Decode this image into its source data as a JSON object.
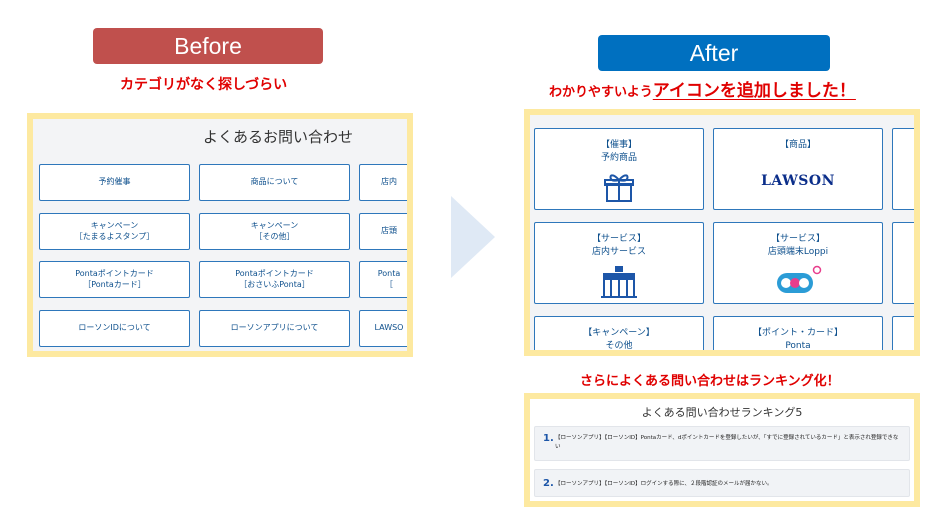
{
  "labels": {
    "before": "Before",
    "after": "After"
  },
  "colors": {
    "before_pill": "#c0504d",
    "after_pill": "#0070c0",
    "caption_red": "#e00000",
    "frame_yellow": "#fde9a0",
    "tile_border": "#2e77bb"
  },
  "before": {
    "caption": "カテゴリがなく探しづらい",
    "title": "よくあるお問い合わせ",
    "buttons": [
      [
        "予約催事"
      ],
      [
        "商品について"
      ],
      [
        "店内"
      ],
      [
        "キャンペーン",
        "［たまるよスタンプ］"
      ],
      [
        "キャンペーン",
        "［その他］"
      ],
      [
        "店頭"
      ],
      [
        "Pontaポイントカード",
        "［Pontaカード］"
      ],
      [
        "Pontaポイントカード",
        "［おさいふPonta］"
      ],
      [
        "Ponta",
        "［"
      ],
      [
        "ローソンIDについて"
      ],
      [
        "ローソンアプリについて"
      ],
      [
        "LAWSO"
      ]
    ]
  },
  "after": {
    "caption_prefix": "わかりやすいよう",
    "caption_highlight": "アイコンを追加しました！",
    "tiles": [
      {
        "category": "【催事】",
        "name": "予約商品",
        "icon": "gift-icon"
      },
      {
        "category": "【商品】",
        "name": "",
        "icon": "lawson-logo",
        "logo_text": "LAWSON"
      },
      {
        "category": "",
        "name": "",
        "icon": ""
      },
      {
        "category": "【サービス】",
        "name": "店内サービス",
        "icon": "store-icon"
      },
      {
        "category": "【サービス】",
        "name": "店頭端末Loppi",
        "icon": "loppi-logo"
      },
      {
        "category": "",
        "name": "",
        "icon": ""
      },
      {
        "category": "【キャンペーン】",
        "name": "その他",
        "icon": ""
      },
      {
        "category": "【ポイント・カード】",
        "name": "Ponta",
        "icon": ""
      },
      {
        "category": "",
        "name": "",
        "icon": ""
      }
    ]
  },
  "ranking": {
    "caption": "さらによくある問い合わせはランキング化！",
    "title": "よくある問い合わせランキング5",
    "items": [
      {
        "num": "1.",
        "text": "【ローソンアプリ】【ローソンID】Pontaカード、dポイントカードを登録したいが、「すでに登録されているカード」と表示され登録できない"
      },
      {
        "num": "2.",
        "text": "【ローソンアプリ】【ローソンID】ログインする際に、２段階認証のメールが届かない。"
      }
    ]
  }
}
